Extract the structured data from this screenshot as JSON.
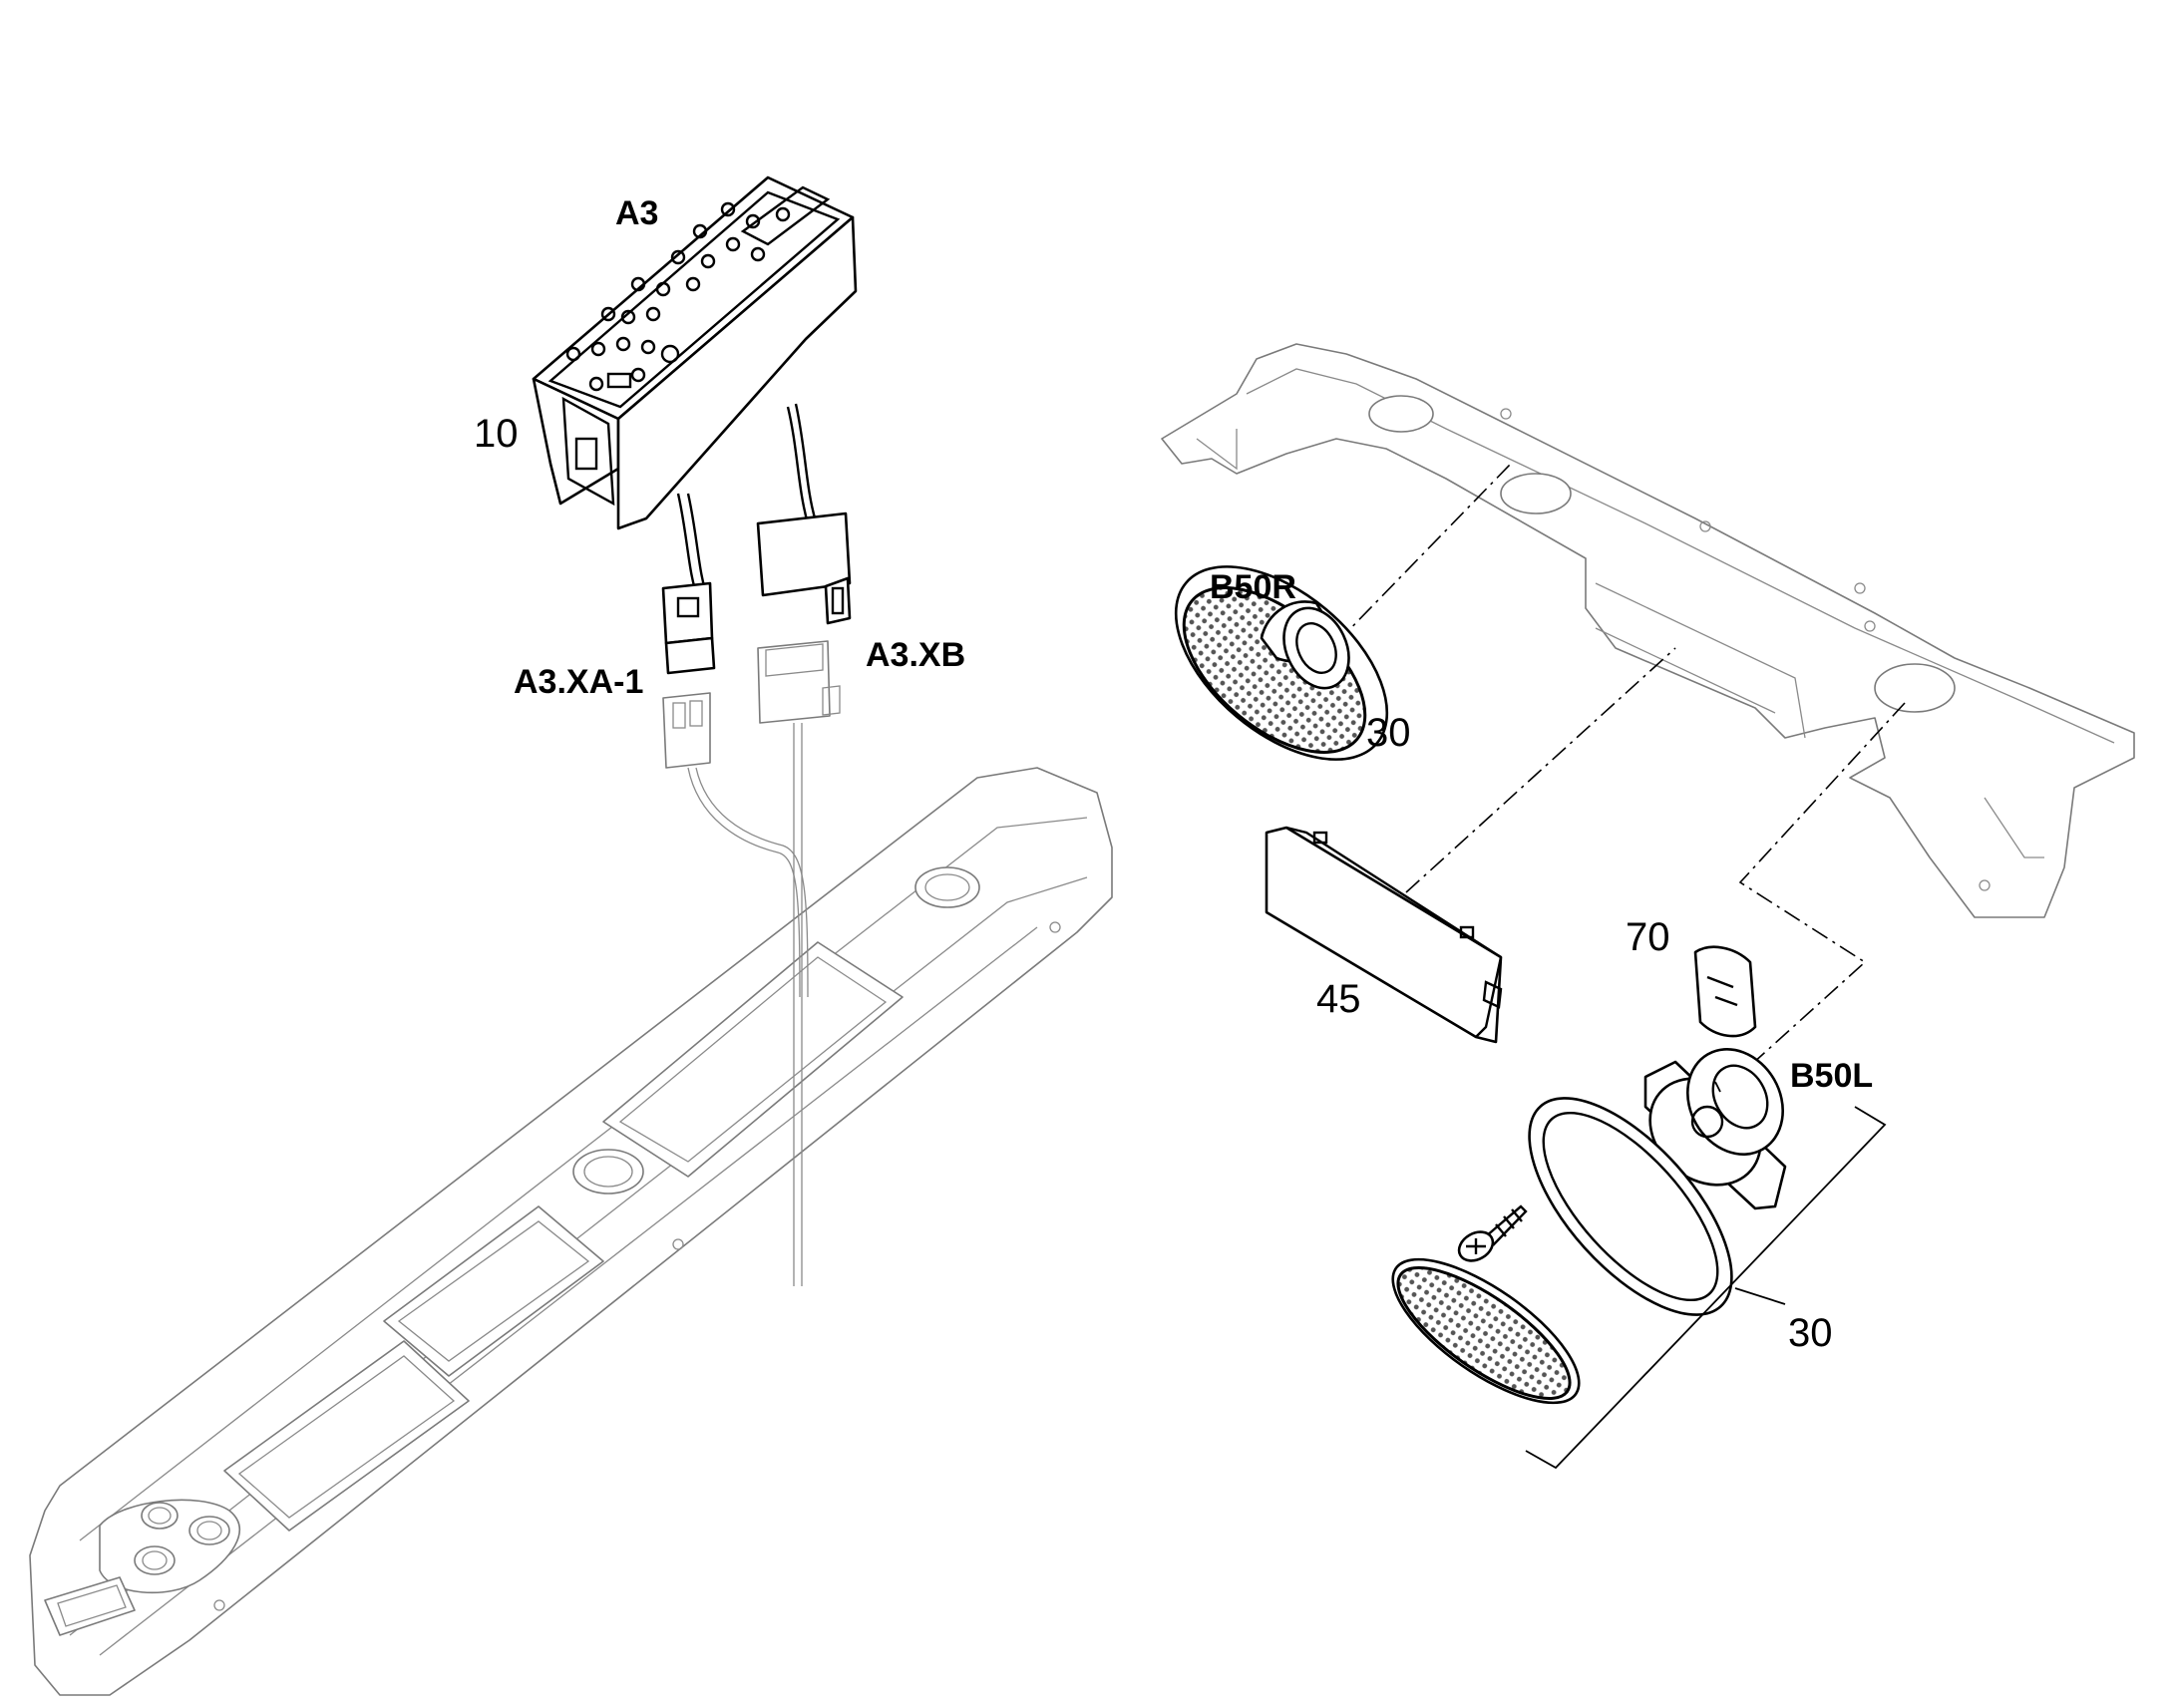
{
  "labels": {
    "a3": "A3",
    "ten": "10",
    "a3_xa1": "A3.XA-1",
    "a3_xb": "A3.XB",
    "b50r": "B50R",
    "thirty_right": "30",
    "forty_five": "45",
    "seventy": "70",
    "b50l": "B50L",
    "thirty_bracket": "30"
  }
}
